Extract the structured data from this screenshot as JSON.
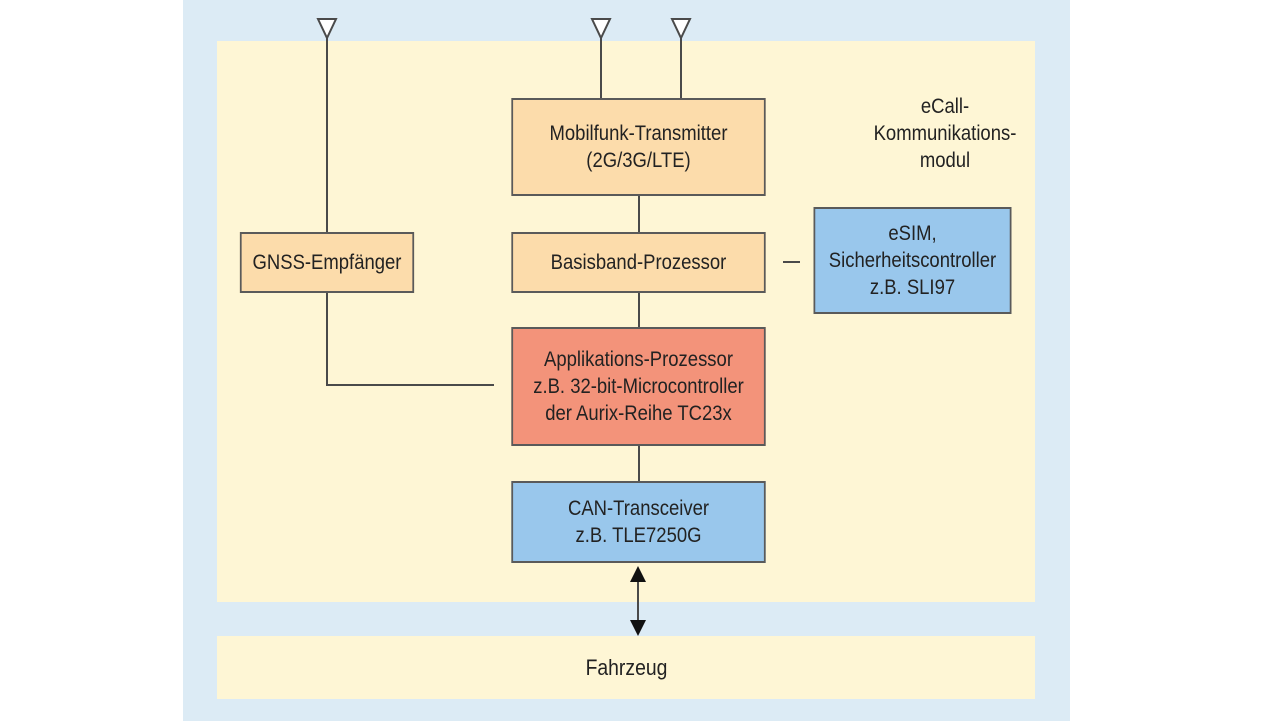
{
  "module": {
    "title_lines": [
      "eCall-",
      "Kommunikations-",
      "modul"
    ]
  },
  "blocks": {
    "mobilfunk": {
      "lines": [
        "Mobilfunk-Transmitter",
        "(2G/3G/LTE)"
      ]
    },
    "basisband": {
      "lines": [
        "Basisband-Prozessor"
      ]
    },
    "gnss": {
      "lines": [
        "GNSS-Empfänger"
      ]
    },
    "esim": {
      "lines": [
        "eSIM,",
        "Sicherheitscontroller",
        "z.B. SLI97"
      ]
    },
    "applikation": {
      "lines": [
        "Applikations-Prozessor",
        "z.B. 32-bit-Microcontroller",
        "der Aurix-Reihe TC23x"
      ]
    },
    "can": {
      "lines": [
        "CAN-Transceiver",
        "z.B. TLE7250G"
      ]
    }
  },
  "vehicle": {
    "label": "Fahrzeug"
  },
  "colors": {
    "frame": "#dcebf5",
    "area": "#fef6d5",
    "orange_block": "#fcdcab",
    "red_block": "#f3937a",
    "blue_block": "#99c7ec"
  }
}
